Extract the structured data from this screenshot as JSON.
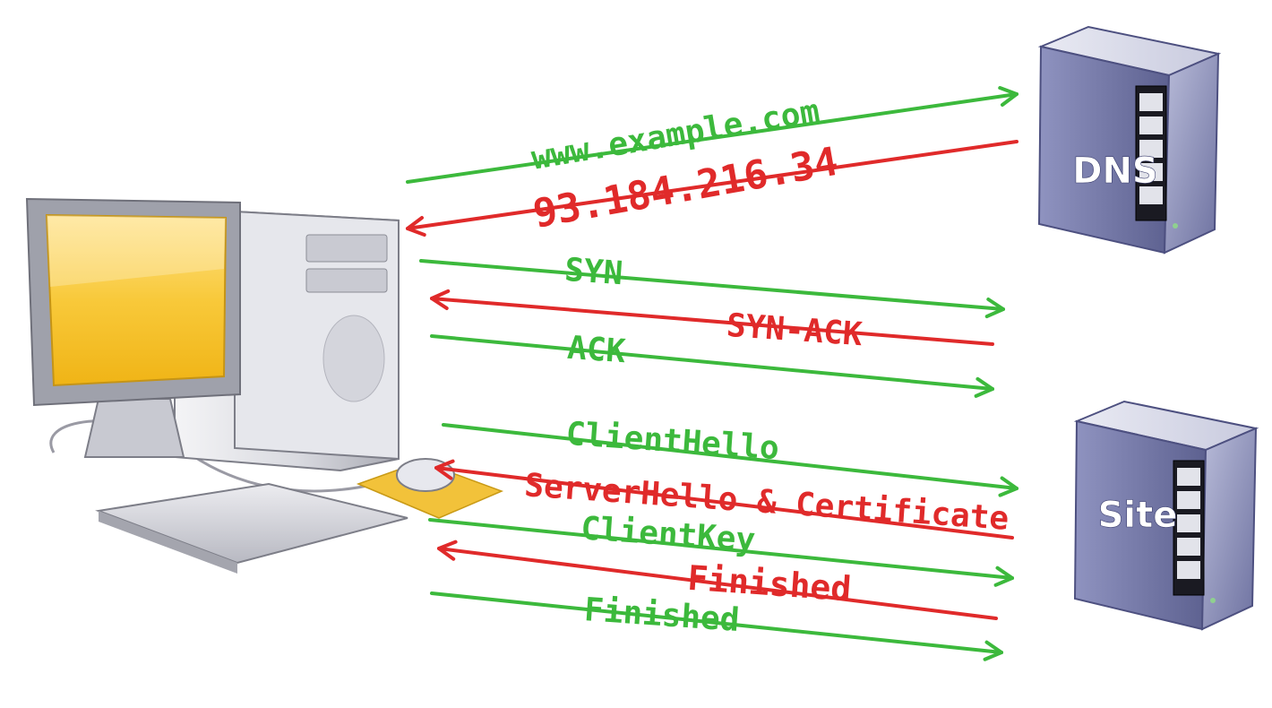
{
  "colors": {
    "request": "#3cb93c",
    "response": "#e02a2a",
    "server_label": "#ffffff",
    "screen": "#f6c531"
  },
  "nodes": {
    "client": {
      "icon": "desktop-computer-icon"
    },
    "dns": {
      "label": "DNS",
      "icon": "server-tower-icon"
    },
    "site": {
      "label": "Site",
      "icon": "server-tower-icon"
    }
  },
  "messages": [
    {
      "id": "dns-query",
      "text": "www.example.com",
      "direction": "client-to-dns",
      "kind": "request"
    },
    {
      "id": "dns-answer",
      "text": "93.184.216.34",
      "direction": "dns-to-client",
      "kind": "response"
    },
    {
      "id": "syn",
      "text": "SYN",
      "direction": "client-to-site",
      "kind": "request"
    },
    {
      "id": "syn-ack",
      "text": "SYN-ACK",
      "direction": "site-to-client",
      "kind": "response"
    },
    {
      "id": "ack",
      "text": "ACK",
      "direction": "client-to-site",
      "kind": "request"
    },
    {
      "id": "client-hello",
      "text": "ClientHello",
      "direction": "client-to-site",
      "kind": "request"
    },
    {
      "id": "server-hello",
      "text": "ServerHello & Certificate",
      "direction": "site-to-client",
      "kind": "response"
    },
    {
      "id": "client-key",
      "text": "ClientKey",
      "direction": "client-to-site",
      "kind": "request"
    },
    {
      "id": "finished-server",
      "text": "Finished",
      "direction": "site-to-client",
      "kind": "response"
    },
    {
      "id": "finished-client",
      "text": "Finished",
      "direction": "client-to-site",
      "kind": "request"
    }
  ]
}
